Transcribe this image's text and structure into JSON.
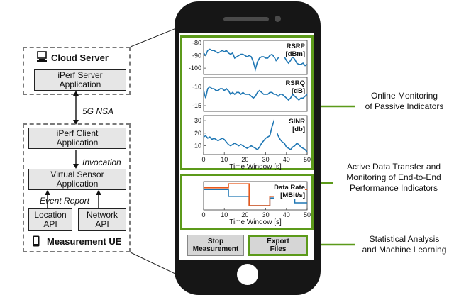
{
  "left": {
    "cloud_server": "Cloud Server",
    "iperf_server": "iPerf Server\nApplication",
    "link": "5G NSA",
    "iperf_client": "iPerf Client\nApplication",
    "invocation": "Invocation",
    "virtual_sensor": "Virtual Sensor\nApplication",
    "event_report": "Event Report",
    "location_api": "Location\nAPI",
    "network_api": "Network\nAPI",
    "measurement_ue": "Measurement UE"
  },
  "right": {
    "online_monitoring": "Online Monitoring\nof Passive Indicators",
    "active_transfer": "Active Data Transfer and\nMonitoring of End-to-End\nPerformance Indicators",
    "statistical": "Statistical Analysis\nand Machine Learning"
  },
  "buttons": {
    "stop": "Stop\nMeasurement",
    "export": "Export\nFiles"
  },
  "colors": {
    "accent_green": "#5c9a1a",
    "series_blue": "#1f77b4",
    "series_orange": "#e8591c"
  },
  "chart_data": [
    {
      "type": "line",
      "title": "RSRP [dBm]",
      "yticks": [
        "-80",
        "-90",
        "-100"
      ],
      "ylim": [
        -105,
        -78
      ],
      "x": [
        0,
        1,
        2,
        3,
        4,
        5,
        6,
        7,
        8,
        9,
        10,
        11,
        12,
        13,
        14,
        15,
        16,
        17,
        18,
        19,
        20,
        21,
        22,
        23,
        24,
        25,
        26,
        27,
        28,
        29,
        30,
        31,
        32,
        33,
        34,
        35,
        36,
        37,
        38,
        39,
        40,
        41,
        42,
        43,
        44,
        45,
        46,
        47,
        48,
        49,
        50
      ],
      "series": [
        {
          "values": [
            -88,
            -90,
            -86,
            -85,
            -86,
            -86,
            -87,
            -88,
            -87,
            -86,
            -87,
            -86,
            -88,
            -89,
            -88,
            -92,
            -91,
            -90,
            -89,
            -89,
            -90,
            -91,
            -90,
            -91,
            -95,
            -101,
            -95,
            -92,
            -91,
            -91,
            -92,
            -92,
            -90,
            -89,
            -91,
            -94,
            -92,
            -90,
            -89,
            -91,
            -94,
            -96,
            -94,
            -91,
            -93,
            -96,
            -97,
            -97,
            -96,
            -98,
            -97
          ]
        }
      ]
    },
    {
      "type": "line",
      "title": "RSRQ [dB]",
      "yticks": [
        "-10",
        "-15"
      ],
      "ylim": [
        -16.5,
        -7.5
      ],
      "x": [
        0,
        1,
        2,
        3,
        4,
        5,
        6,
        7,
        8,
        9,
        10,
        11,
        12,
        13,
        14,
        15,
        16,
        17,
        18,
        19,
        20,
        21,
        22,
        23,
        24,
        25,
        26,
        27,
        28,
        29,
        30,
        31,
        32,
        33,
        34,
        35,
        36,
        37,
        38,
        39,
        40,
        41,
        42,
        43,
        44,
        45,
        46,
        47,
        48,
        49,
        50
      ],
      "series": [
        {
          "values": [
            -11,
            -13,
            -10.5,
            -10,
            -10.5,
            -10.5,
            -11,
            -11,
            -10.5,
            -10.5,
            -11,
            -10.5,
            -11,
            -12,
            -11.5,
            -12,
            -11.5,
            -11.5,
            -12,
            -11.5,
            -12,
            -12,
            -12,
            -12.5,
            -13,
            -12.5,
            -11.5,
            -11,
            -11.5,
            -12,
            -12,
            -12,
            -11.5,
            -11.5,
            -12,
            -12,
            -12.5,
            -12,
            -12,
            -12.5,
            -13,
            -13.5,
            -13,
            -12,
            -12.5,
            -13,
            -13.5,
            -13,
            -13,
            -12.5,
            -12
          ]
        }
      ]
    },
    {
      "type": "line",
      "title": "SINR [db]",
      "yticks": [
        "30",
        "20",
        "10"
      ],
      "ylim": [
        3,
        34
      ],
      "xticks": [
        "0",
        "10",
        "20",
        "30",
        "40",
        "50"
      ],
      "xlabel": "Time Window [s]",
      "x": [
        0,
        1,
        2,
        3,
        4,
        5,
        6,
        7,
        8,
        9,
        10,
        11,
        12,
        13,
        14,
        15,
        16,
        17,
        18,
        19,
        20,
        21,
        22,
        23,
        24,
        25,
        26,
        27,
        28,
        29,
        30,
        31,
        32,
        33,
        34,
        35,
        36,
        37,
        38,
        39,
        40,
        41,
        42,
        43,
        44,
        45,
        46,
        47,
        48,
        49,
        50
      ],
      "series": [
        {
          "values": [
            17,
            18,
            16,
            17,
            15,
            16,
            15,
            14,
            15,
            16,
            15,
            13,
            11,
            10,
            11,
            12,
            11,
            10,
            11,
            10,
            9,
            8,
            9,
            10,
            9,
            8,
            7,
            9,
            12,
            14,
            16,
            17,
            18,
            25,
            30,
            22,
            18,
            15,
            13,
            12,
            9,
            8,
            7,
            9,
            10,
            12,
            11,
            9,
            8,
            7,
            5
          ]
        }
      ]
    },
    {
      "type": "line",
      "title": "Data Rate [MBit/s]",
      "xticks": [
        "0",
        "10",
        "20",
        "30",
        "40",
        "50"
      ],
      "xlabel": "Time Window [s]",
      "ylim": [
        0,
        1
      ],
      "x": [
        0,
        12,
        12,
        22,
        22,
        32,
        32,
        44,
        44,
        50
      ],
      "series": [
        {
          "values": [
            0.72,
            0.72,
            0.48,
            0.48,
            0.15,
            0.15,
            0.42,
            0.42,
            0.25,
            0.25
          ]
        },
        {
          "values": [
            0.78,
            0.78,
            0.92,
            0.92,
            0.15,
            0.15,
            0.48,
            0.48,
            0.72,
            0.72
          ]
        }
      ]
    }
  ]
}
